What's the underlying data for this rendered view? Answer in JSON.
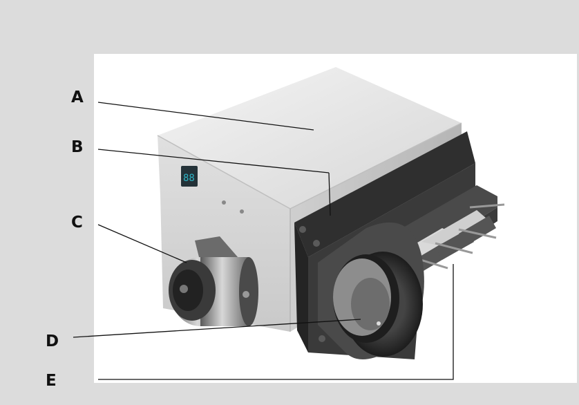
{
  "callouts": {
    "a": "A",
    "b": "B",
    "c": "C",
    "d": "D",
    "e": "E"
  },
  "device": {
    "display_text": "88"
  },
  "colors": {
    "background": "#dcdcdc",
    "panel": "#ffffff",
    "housing_light": "#e4e4e4",
    "housing_shade": "#bdbdbd",
    "faceplate": "#2a2a2a",
    "display": "#2fb3c4"
  }
}
